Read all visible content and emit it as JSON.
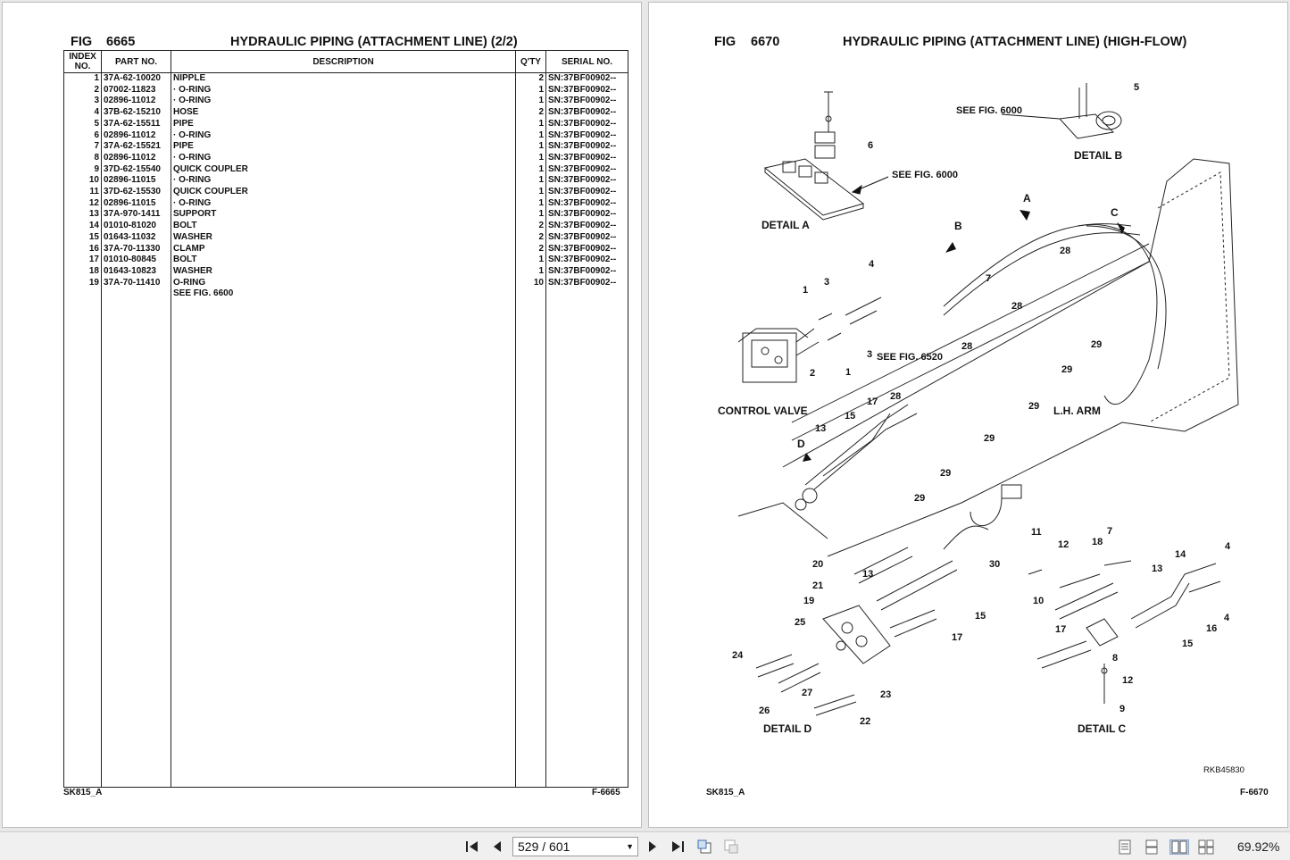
{
  "left_page": {
    "fig_label": "FIG",
    "fig_number": "6665",
    "title": "HYDRAULIC PIPING (ATTACHMENT LINE) (2/2)",
    "columns": {
      "index": "INDEX NO.",
      "part": "PART NO.",
      "desc": "DESCRIPTION",
      "qty": "Q'TY",
      "serial": "SERIAL NO."
    },
    "rows": [
      {
        "index": "1",
        "part": "37A-62-10020",
        "desc": "NIPPLE",
        "qty": "2",
        "serial": "SN:37BF00902--"
      },
      {
        "index": "2",
        "part": "07002-11823",
        "desc": "·  O-RING",
        "qty": "1",
        "serial": "SN:37BF00902--"
      },
      {
        "index": "3",
        "part": "02896-11012",
        "desc": "·  O-RING",
        "qty": "1",
        "serial": "SN:37BF00902--"
      },
      {
        "index": "4",
        "part": "37B-62-15210",
        "desc": "HOSE",
        "qty": "2",
        "serial": "SN:37BF00902--"
      },
      {
        "index": "5",
        "part": "37A-62-15511",
        "desc": "PIPE",
        "qty": "1",
        "serial": "SN:37BF00902--"
      },
      {
        "index": "6",
        "part": "02896-11012",
        "desc": "·  O-RING",
        "qty": "1",
        "serial": "SN:37BF00902--"
      },
      {
        "index": "7",
        "part": "37A-62-15521",
        "desc": "PIPE",
        "qty": "1",
        "serial": "SN:37BF00902--"
      },
      {
        "index": "8",
        "part": "02896-11012",
        "desc": "·  O-RING",
        "qty": "1",
        "serial": "SN:37BF00902--"
      },
      {
        "index": "9",
        "part": "37D-62-15540",
        "desc": "QUICK COUPLER",
        "qty": "1",
        "serial": "SN:37BF00902--"
      },
      {
        "index": "10",
        "part": "02896-11015",
        "desc": "·  O-RING",
        "qty": "1",
        "serial": "SN:37BF00902--"
      },
      {
        "index": "11",
        "part": "37D-62-15530",
        "desc": "QUICK COUPLER",
        "qty": "1",
        "serial": "SN:37BF00902--"
      },
      {
        "index": "12",
        "part": "02896-11015",
        "desc": "·  O-RING",
        "qty": "1",
        "serial": "SN:37BF00902--"
      },
      {
        "index": "13",
        "part": "37A-970-1411",
        "desc": "SUPPORT",
        "qty": "1",
        "serial": "SN:37BF00902--"
      },
      {
        "index": "14",
        "part": "01010-81020",
        "desc": "BOLT",
        "qty": "2",
        "serial": "SN:37BF00902--"
      },
      {
        "index": "15",
        "part": "01643-11032",
        "desc": "WASHER",
        "qty": "2",
        "serial": "SN:37BF00902--"
      },
      {
        "index": "16",
        "part": "37A-70-11330",
        "desc": "CLAMP",
        "qty": "2",
        "serial": "SN:37BF00902--"
      },
      {
        "index": "17",
        "part": "01010-80845",
        "desc": "BOLT",
        "qty": "1",
        "serial": "SN:37BF00902--"
      },
      {
        "index": "18",
        "part": "01643-10823",
        "desc": "WASHER",
        "qty": "1",
        "serial": "SN:37BF00902--"
      },
      {
        "index": "19",
        "part": "37A-70-11410",
        "desc": "O-RING",
        "qty": "10",
        "serial": "SN:37BF00902--"
      },
      {
        "index": "",
        "part": "",
        "desc": "SEE FIG. 6600",
        "qty": "",
        "serial": ""
      }
    ],
    "footer_left": "SK815_A",
    "footer_right": "F-6665"
  },
  "right_page": {
    "fig_label": "FIG",
    "fig_number": "6670",
    "title": "HYDRAULIC PIPING (ATTACHMENT LINE) (HIGH-FLOW)",
    "labels": {
      "see_fig_6000_a": "SEE FIG. 6000",
      "see_fig_6000_b": "SEE FIG. 6000",
      "see_fig_6520": "SEE FIG. 6520",
      "detail_a": "DETAIL A",
      "detail_b": "DETAIL B",
      "detail_c": "DETAIL C",
      "detail_d": "DETAIL D",
      "control_valve": "CONTROL VALVE",
      "lh_arm": "L.H. ARM",
      "ref_code": "RKB45830",
      "marker_a": "A",
      "marker_b": "B",
      "marker_c": "C",
      "marker_d": "D"
    },
    "callouts": [
      "1",
      "2",
      "3",
      "4",
      "5",
      "6",
      "7",
      "8",
      "9",
      "10",
      "11",
      "12",
      "13",
      "14",
      "15",
      "16",
      "17",
      "18",
      "19",
      "20",
      "21",
      "22",
      "23",
      "24",
      "25",
      "26",
      "27",
      "28",
      "29",
      "30"
    ],
    "footer_left": "SK815_A",
    "footer_right": "F-6670"
  },
  "toolbar": {
    "page_display": "529 / 601",
    "zoom": "69.92%",
    "icons": [
      "first-page-icon",
      "previous-page-icon",
      "next-page-icon",
      "last-page-icon",
      "previous-view-icon",
      "next-view-icon",
      "single-page-icon",
      "continuous-icon",
      "facing-icon",
      "continuous-facing-icon"
    ]
  }
}
